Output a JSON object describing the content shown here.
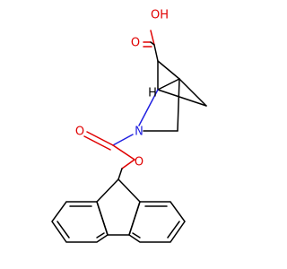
{
  "molecule": {
    "labels": {
      "hydroxyl": "OH",
      "acid_carbonyl_o": "O",
      "ring_n": "N",
      "carbamate_carbonyl_o": "O",
      "ester_o": "O",
      "bridgehead_h": "H"
    },
    "colors": {
      "carbon": "#000000",
      "oxygen": "#e00000",
      "nitrogen": "#2020e0"
    }
  }
}
